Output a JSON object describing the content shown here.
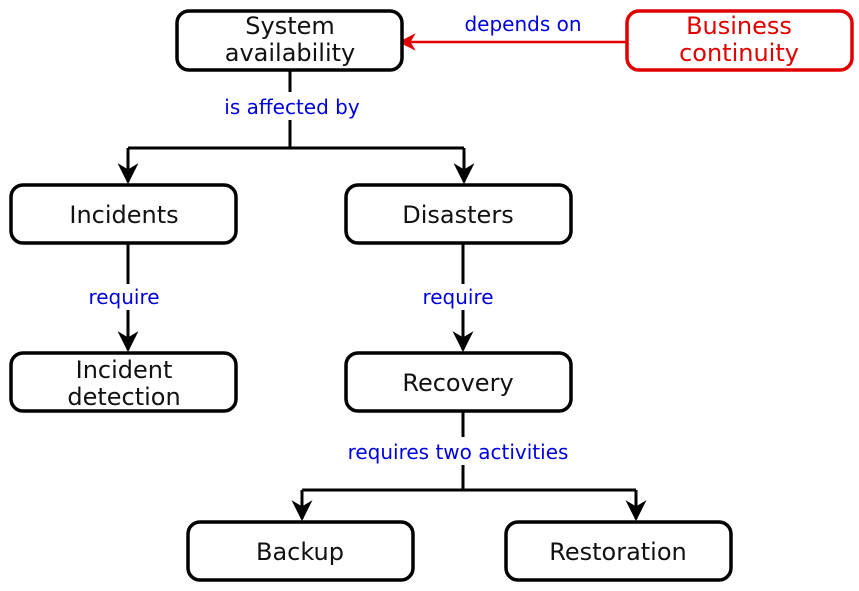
{
  "colors": {
    "node_border": "#000000",
    "accent": "#e00000",
    "edge_label": "#0000dd",
    "background": "#ffffff"
  },
  "nodes": {
    "system_availability": {
      "line1": "System",
      "line2": "availability"
    },
    "business_continuity": {
      "line1": "Business",
      "line2": "continuity"
    },
    "incidents": {
      "label": "Incidents"
    },
    "disasters": {
      "label": "Disasters"
    },
    "incident_detection": {
      "line1": "Incident",
      "line2": "detection"
    },
    "recovery": {
      "label": "Recovery"
    },
    "backup": {
      "label": "Backup"
    },
    "restoration": {
      "label": "Restoration"
    }
  },
  "edges": {
    "depends_on": "depends on",
    "is_affected_by": "is affected by",
    "require_incidents": "require",
    "require_disasters": "require",
    "requires_two_activities": "requires two activities"
  }
}
